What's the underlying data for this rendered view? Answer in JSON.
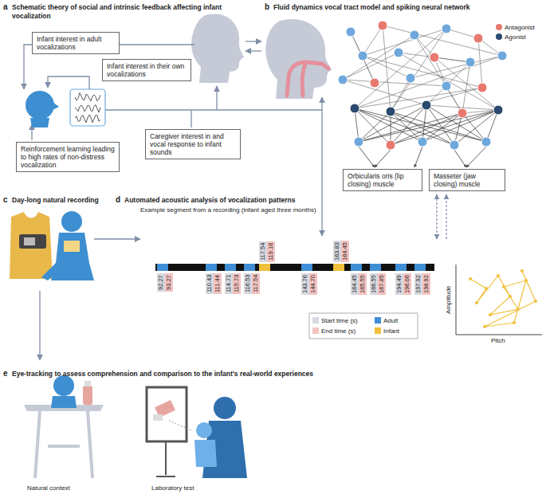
{
  "diagram": {
    "nodes": [
      {
        "text": [
          "Infant interest in adult vocalizations"
        ]
      },
      {
        "text": [
          "Infant interest in their own vocalizations"
        ]
      },
      {
        "text": [
          "Caregiver interest in and vocal response to infant sounds"
        ]
      },
      {
        "text": [
          "Reinforcement learning leading to high rates of non-distress vocalization"
        ]
      },
      {
        "text": [
          "Orbicularis oris (lip closing) muscle"
        ]
      },
      {
        "text": [
          "Masseter (jaw closing) muscle"
        ]
      }
    ],
    "labels": [
      "a",
      "Schematic theory of social and intrinsic feedback affecting infant vocalization",
      "b",
      "Fluid dynamics vocal tract model and spiking neural network",
      "c",
      "Day-long natural recording",
      "d",
      "Automated acoustic analysis of vocalization patterns",
      "Example segment from a recording (infant aged three months)",
      "117.54",
      "119.16",
      "163.83",
      "164.45",
      "92.27",
      "93.27",
      "110.43",
      "111.44",
      "114.71",
      "115.73",
      "116.53",
      "117.54",
      "143.76",
      "144.70",
      "164.45",
      "165.55",
      "166.55",
      "167.85",
      "194.49",
      "196.06",
      "197.92",
      "198.92",
      "Amplitude",
      "Pitch",
      "e",
      "Eye-tracking to assess comprehension and comparison to the infant's real-world experiences",
      "Natural context",
      "Laboratory test"
    ],
    "legend": [
      {
        "text": "Antagonist",
        "color": "#e8796f"
      },
      {
        "text": "Agonist",
        "color": "#2b4a6f"
      },
      {
        "text": "Start time (s)",
        "color": "#d6d9e0"
      },
      {
        "text": "End time (s)",
        "color": "#f4c3bf"
      },
      {
        "text": "Adult",
        "color": "#3f8ed6"
      },
      {
        "text": "Infant",
        "color": "#f0c03a"
      }
    ]
  }
}
